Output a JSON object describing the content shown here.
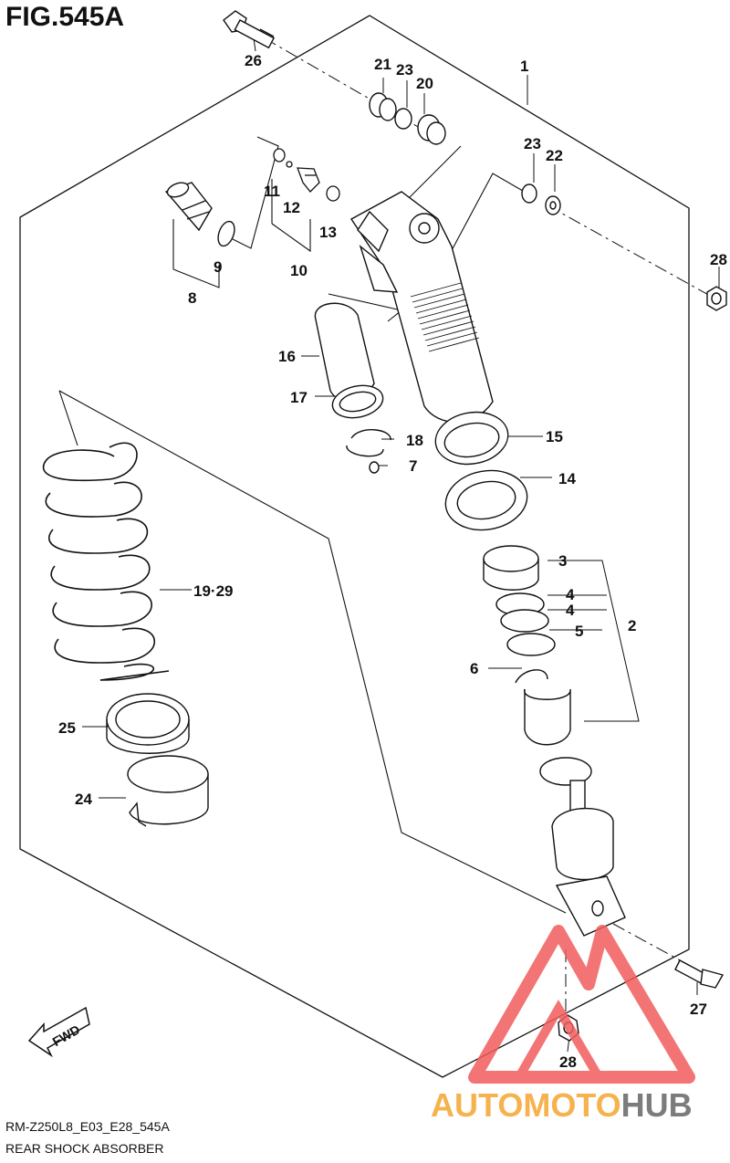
{
  "figure": {
    "title": "FIG.545A"
  },
  "footer": {
    "code": "RM-Z250L8_E03_E28_545A",
    "name": "REAR SHOCK ABSORBER"
  },
  "direction": {
    "label": "FWD"
  },
  "watermark": {
    "part1": "AUTOMOTO",
    "part2": "HUB",
    "color_primary": "#f25c5c",
    "color_text": "#f6b24d"
  },
  "callouts": {
    "c1": "1",
    "c2": "2",
    "c3": "3",
    "c4a": "4",
    "c4b": "4",
    "c5": "5",
    "c6": "6",
    "c7": "7",
    "c8": "8",
    "c9": "9",
    "c10": "10",
    "c11": "11",
    "c12": "12",
    "c13": "13",
    "c14": "14",
    "c15": "15",
    "c16": "16",
    "c17": "17",
    "c18": "18",
    "c19": "19·29",
    "c20": "20",
    "c21": "21",
    "c22": "22",
    "c23a": "23",
    "c23b": "23",
    "c24": "24",
    "c25": "25",
    "c26": "26",
    "c27": "27",
    "c28a": "28",
    "c28b": "28"
  }
}
